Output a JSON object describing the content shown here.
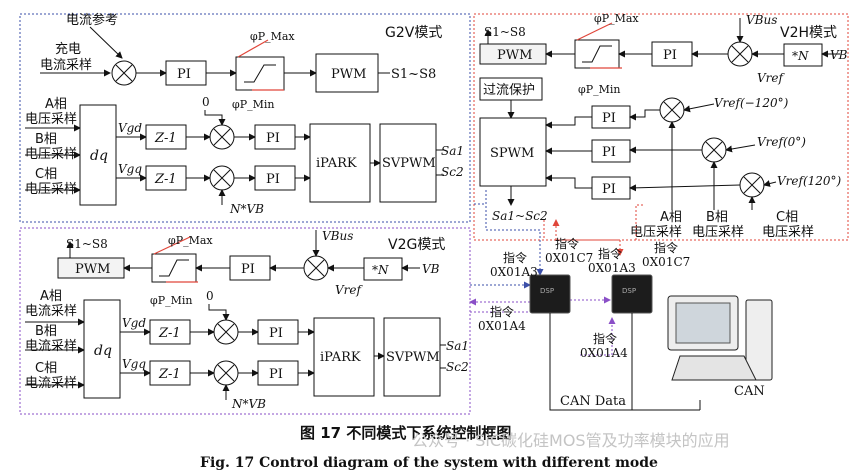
{
  "g2v": {
    "title": "G2V模式",
    "current_ref": "电流参考",
    "charge_sample_1": "充电",
    "charge_sample_2": "电流采样",
    "pi1": "PI",
    "pwm": "PWM",
    "s_range": "S1~S8",
    "phi_max": "φP_Max",
    "phi_min": "φP_Min",
    "a_phase_1": "A相",
    "a_phase_2": "电压采样",
    "b_phase_1": "B相",
    "b_phase_2": "电压采样",
    "c_phase_1": "C相",
    "c_phase_2": "电压采样",
    "dq": "dq",
    "vgd": "Vgd",
    "vgq": "Vgq",
    "zinv1": "Z-1",
    "zinv2": "Z-1",
    "zero": "0",
    "pi2": "PI",
    "pi3": "PI",
    "ipark": "iPARK",
    "svpwm": "SVPWM",
    "sa1": "Sa1",
    "sc2": "Sc2",
    "nvb": "N*VB"
  },
  "v2h": {
    "title": "V2H模式",
    "s_range": "S1~S8",
    "pwm": "PWM",
    "phi_max": "φP_Max",
    "phi_min": "φP_Min",
    "pi_main": "PI",
    "vbus": "VBus",
    "vref": "Vref",
    "gain": "*N",
    "vb": "VB",
    "overcurrent": "过流保护",
    "spwm": "SPWM",
    "pi_a": "PI",
    "pi_b": "PI",
    "pi_c": "PI",
    "vref_a": "Vref(−120°)",
    "vref_b": "Vref(0°)",
    "vref_c": "Vref(120°)",
    "a_1": "A相",
    "a_2": "电压采样",
    "b_1": "B相",
    "b_2": "电压采样",
    "c_1": "C相",
    "c_2": "电压采样",
    "sa1_sc2": "Sa1~Sc2"
  },
  "v2g": {
    "title": "V2G模式",
    "s_range": "S1~S8",
    "pwm": "PWM",
    "phi_max": "φP_Max",
    "phi_min": "φP_Min",
    "pi_main": "PI",
    "vbus": "VBus",
    "vref": "Vref",
    "gain": "*N",
    "vb": "VB",
    "a_1": "A相",
    "a_2": "电流采样",
    "b_1": "B相",
    "b_2": "电流采样",
    "c_1": "C相",
    "c_2": "电流采样",
    "dq": "dq",
    "vgd": "Vgd",
    "vgq": "Vgq",
    "zinv1": "Z-1",
    "zinv2": "Z-1",
    "zero": "0",
    "pi2": "PI",
    "pi3": "PI",
    "ipark": "iPARK",
    "svpwm": "SVPWM",
    "sa1": "Sa1",
    "sc2": "Sc2",
    "nvb": "N*VB"
  },
  "comm": {
    "cmd1": "指令",
    "code1": "0X01A3",
    "cmd2": "指令",
    "code2": "0X01C7",
    "cmd3": "指令",
    "code3": "0X01A3",
    "cmd4": "指令",
    "code4": "0X01C7",
    "cmd5": "指令",
    "code5": "0X01A4",
    "cmd6": "指令",
    "code6": "0X01A4",
    "can_data": "CAN Data",
    "can": "CAN"
  },
  "caption": {
    "cn": "图 17   不同模式下系统控制框图",
    "en": "Fig. 17    Control diagram of the system with different mode",
    "watermark": "公众号 · SiC碳化硅MOS管及功率模块的应用"
  }
}
